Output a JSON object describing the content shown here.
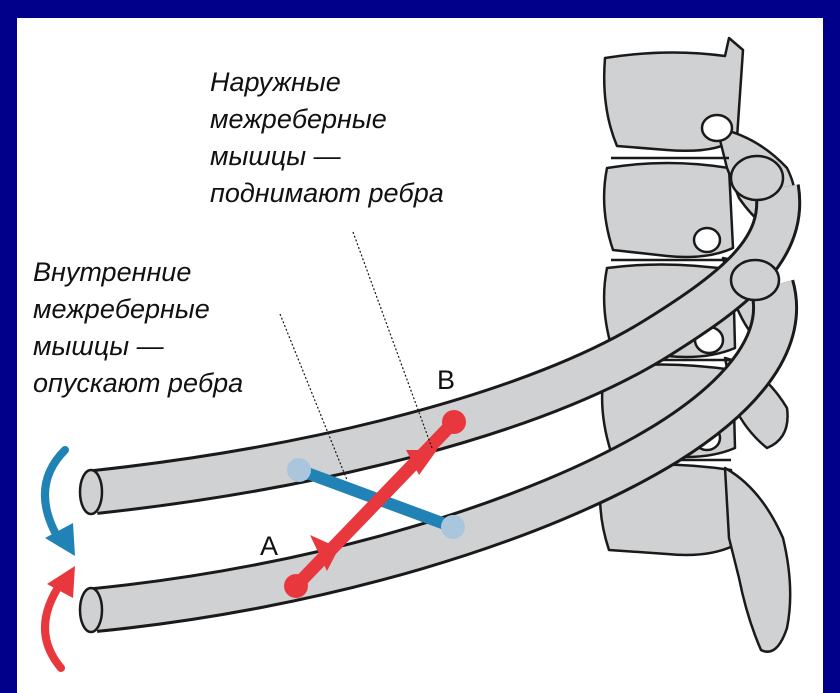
{
  "labels": {
    "external": [
      "Наружные",
      "межреберные",
      "мышцы —",
      "поднимают ребра"
    ],
    "internal": [
      "Внутренние",
      "межреберные",
      "мышцы —",
      "опускают ребра"
    ],
    "point_a": "A",
    "point_b": "B"
  },
  "colors": {
    "background": "#00008b",
    "panel": "#ffffff",
    "bone_fill": "#cfd1d3",
    "bone_stroke": "#1a1a1a",
    "external_muscle": "#e8383d",
    "internal_muscle": "#2183b5",
    "internal_muscle_ends": "#a9c6dd"
  },
  "icons": {
    "rotation_up": "curved-arrow-red",
    "rotation_down": "curved-arrow-blue"
  }
}
